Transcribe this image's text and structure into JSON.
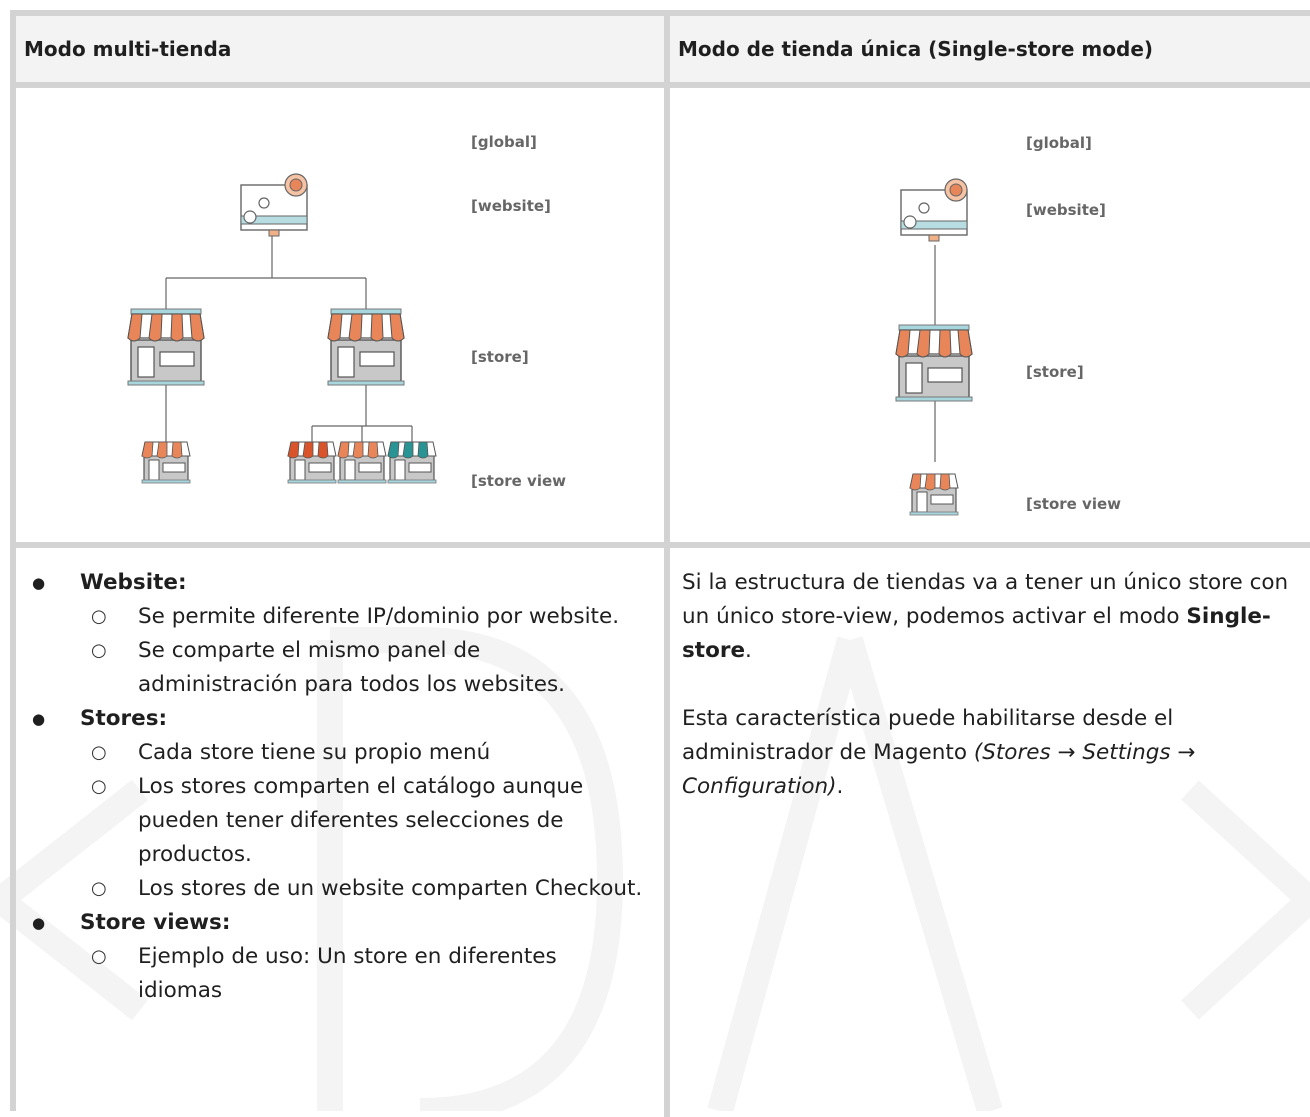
{
  "headers": {
    "multi": "Modo multi-tienda",
    "single": "Modo de tienda única (Single-store mode)"
  },
  "diagram_labels": {
    "global": "[global]",
    "website": "[website]",
    "store": "[store]",
    "store_view": "[store view"
  },
  "multi_text": {
    "website_title": "Website:",
    "website_items": [
      "Se permite diferente IP/dominio por website.",
      "Se comparte el mismo panel de administración para todos los websites."
    ],
    "stores_title": "Stores:",
    "stores_items": [
      "Cada store tiene su propio menú",
      "Los stores comparten el catálogo aunque pueden tener diferentes selecciones de productos.",
      "Los stores de un website comparten Checkout."
    ],
    "views_title": "Store views:",
    "views_items": [
      "Ejemplo de uso: Un store en diferentes idiomas"
    ]
  },
  "single_text": {
    "p1_before": "Si la estructura de tiendas va a tener un único store con un único store-view, podemos activar el modo ",
    "p1_bold": "Single-store",
    "p1_after": ".",
    "p2_before": "Esta característica puede habilitarse desde el administrador de Magento ",
    "p2_italic": "(Stores → Settings → Configuration)",
    "p2_after": "."
  },
  "colors": {
    "grid": "#d3d3d3",
    "header_bg": "#f3f3f3",
    "awning_orange": "#e8865a",
    "awning_red": "#d9542b",
    "awning_teal": "#2a9494",
    "monitor_bar": "#b7dde3",
    "label_grey": "#666666"
  }
}
